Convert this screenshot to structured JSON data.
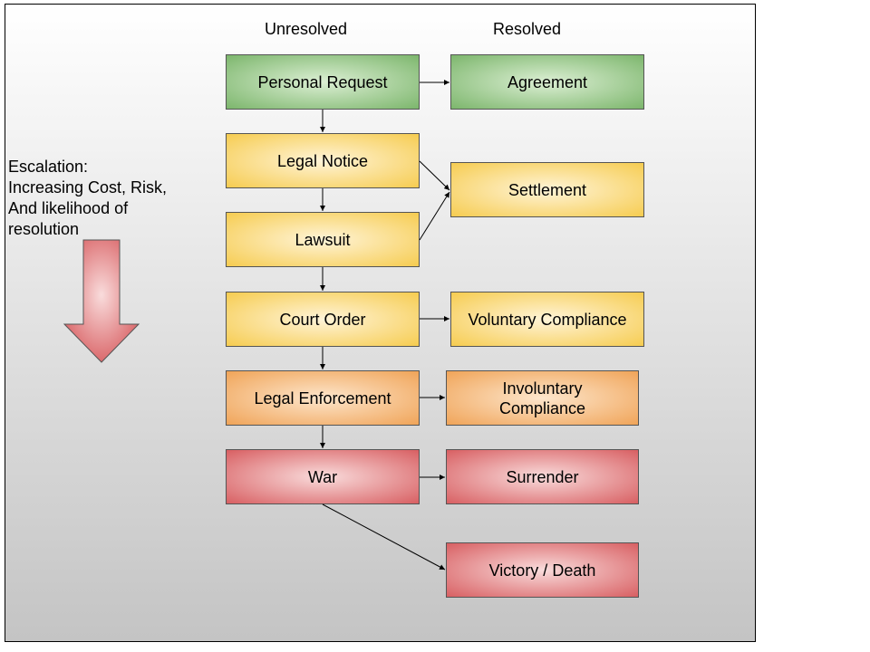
{
  "columns": {
    "unresolved": "Unresolved",
    "resolved": "Resolved"
  },
  "escalation_text": "Escalation:\nIncreasing Cost,  Risk,\nAnd likelihood of\nresolution",
  "unresolved": {
    "personal_request": "Personal Request",
    "legal_notice": "Legal Notice",
    "lawsuit": "Lawsuit",
    "court_order": "Court Order",
    "legal_enforcement": "Legal Enforcement",
    "war": "War"
  },
  "resolved": {
    "agreement": "Agreement",
    "settlement": "Settlement",
    "voluntary_compliance": "Voluntary Compliance",
    "involuntary_compliance": "Involuntary Compliance",
    "surrender": "Surrender",
    "victory_death": "Victory / Death"
  },
  "colors": {
    "green": "#7cb66c",
    "yellow": "#f6cc50",
    "orange": "#f0a458",
    "red": "#d85f62"
  }
}
